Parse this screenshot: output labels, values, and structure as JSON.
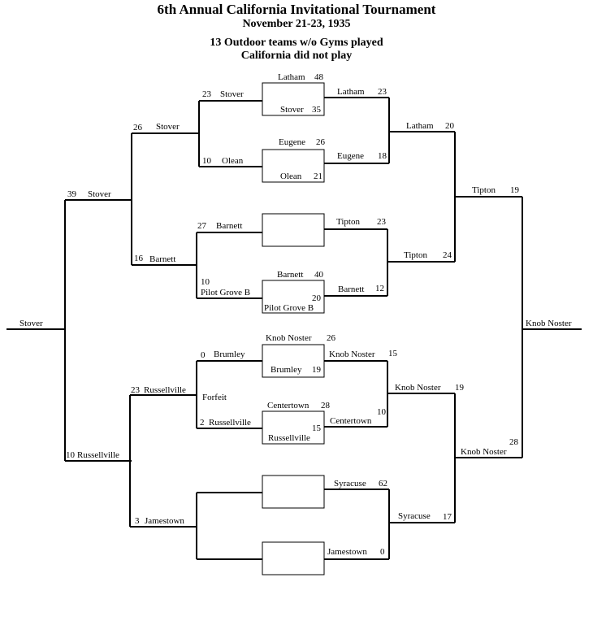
{
  "header": {
    "title": "6th Annual California Invitational Tournament",
    "dates": "November 21-23, 1935",
    "note1": "13 Outdoor teams w/o Gyms played",
    "note2": "California did not play"
  },
  "left": {
    "champion": "Stover",
    "semi_top": {
      "score": "39",
      "team": "Stover"
    },
    "semi_bottom": {
      "score": "10",
      "team": "Russellville"
    },
    "q1": {
      "score": "26",
      "team": "Stover"
    },
    "q2": {
      "score": "16",
      "team": "Barnett"
    },
    "q3": {
      "score": "23",
      "team": "Russellville"
    },
    "q4": {
      "score": "3",
      "team": "Jamestown"
    },
    "r1": {
      "score": "23",
      "team": "Stover"
    },
    "r2": {
      "score": "10",
      "team": "Olean"
    },
    "r3": {
      "score": "27",
      "team": "Barnett"
    },
    "r4": {
      "score": "10",
      "team": "Pilot Grove B"
    },
    "r5": {
      "score": "0",
      "team": "Brumley"
    },
    "r6": {
      "score": "2",
      "team": "Russellville"
    },
    "forfeit": "Forfeit"
  },
  "boxes": {
    "b1": {
      "top_team": "Latham",
      "top_score": "48",
      "bottom_team": "Stover",
      "bottom_score": "35"
    },
    "b2": {
      "top_team": "Eugene",
      "top_score": "26",
      "bottom_team": "Olean",
      "bottom_score": "21"
    },
    "b4": {
      "top_team": "Barnett",
      "top_score": "40",
      "bottom_team": "Pilot Grove B",
      "bottom_score": "20"
    },
    "b5": {
      "top_team": "Knob Noster",
      "top_score": "26",
      "bottom_team": "Brumley",
      "bottom_score": "19"
    },
    "b6": {
      "top_team": "Centertown",
      "top_score": "28",
      "bottom_team": "Russellville",
      "bottom_score": "15"
    }
  },
  "right": {
    "champion": "Knob Noster",
    "semi_top": {
      "team": "Tipton",
      "score": "19"
    },
    "semi_bottom": {
      "team": "Knob Noster",
      "score": "28"
    },
    "q1": {
      "team": "Latham",
      "score": "20"
    },
    "q2": {
      "team": "Tipton",
      "score": "24"
    },
    "q3": {
      "team": "Knob Noster",
      "score": "19"
    },
    "q4": {
      "team": "Syracuse",
      "score": "17"
    },
    "r1": {
      "team": "Latham",
      "score": "23"
    },
    "r2": {
      "team": "Eugene",
      "score": "18"
    },
    "r3": {
      "team": "Tipton",
      "score": "23"
    },
    "r4": {
      "team": "Barnett",
      "score": "12"
    },
    "r5": {
      "team": "Knob Noster",
      "score": "15"
    },
    "r6": {
      "team": "Centertown",
      "score": "10"
    },
    "r7": {
      "team": "Syracuse",
      "score": "62"
    },
    "r8": {
      "team": "Jamestown",
      "score": "0"
    }
  }
}
